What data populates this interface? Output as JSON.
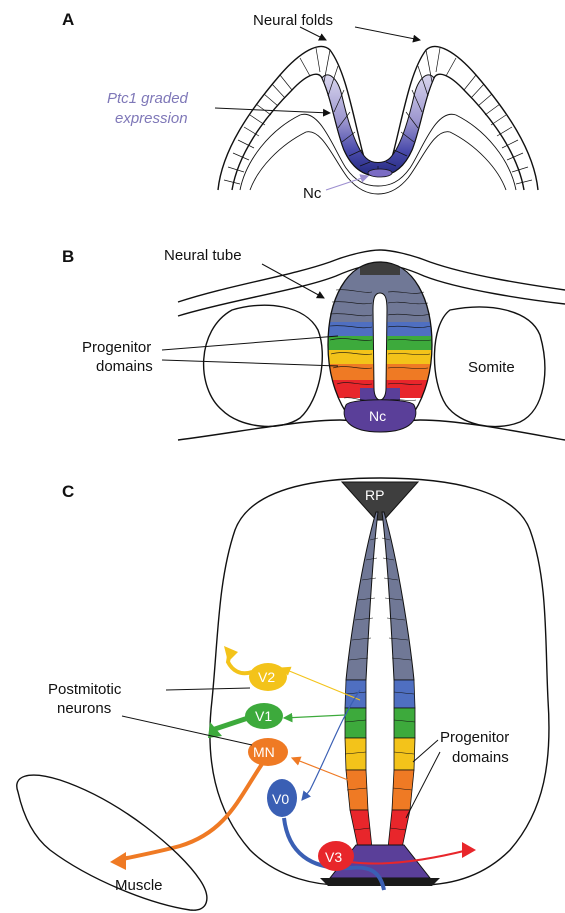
{
  "panels": {
    "a": {
      "letter": "A",
      "neural_folds": "Neural folds",
      "ptc1_line1": "Ptc1 graded",
      "ptc1_line2": "expression",
      "nc": "Nc"
    },
    "b": {
      "letter": "B",
      "neural_tube": "Neural tube",
      "progenitor_line1": "Progenitor",
      "progenitor_line2": "domains",
      "somite": "Somite",
      "nc": "Nc"
    },
    "c": {
      "letter": "C",
      "rp": "RP",
      "postmitotic_line1": "Postmitotic",
      "postmitotic_line2": "neurons",
      "progenitor_line1": "Progenitor",
      "progenitor_line2": "domains",
      "neurons": {
        "v2": "V2",
        "v1": "V1",
        "mn": "MN",
        "v0": "V0",
        "v3": "V3"
      },
      "muscle": "Muscle"
    }
  },
  "colors": {
    "v3": "#e8262b",
    "mn": "#ef7a24",
    "v1": "#3daa3c",
    "v2": "#f3c31a",
    "v0": "#3a5fb4",
    "floor_plate": "#5a3f99",
    "dorsal": "#707896",
    "ptc1_light": "#c8c3e3",
    "ptc1_dark": "#2a2f8c"
  }
}
